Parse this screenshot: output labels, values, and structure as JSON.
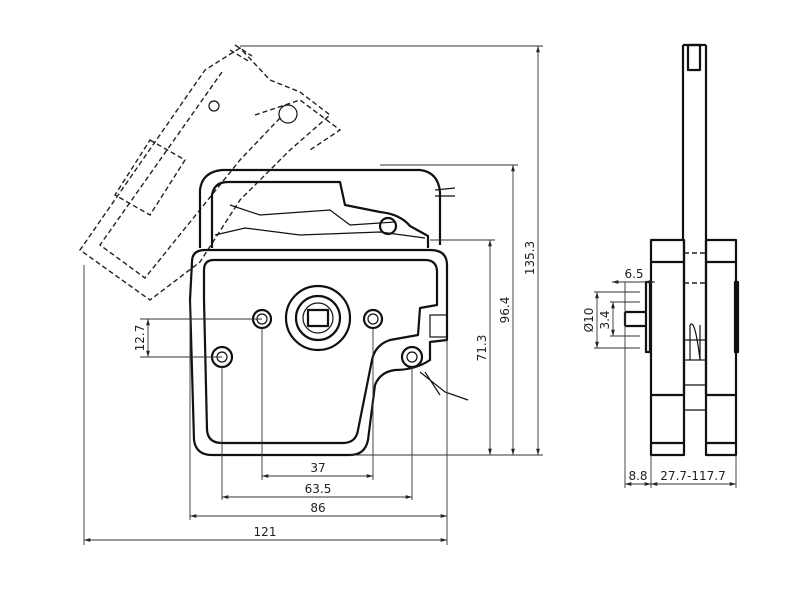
{
  "drawing": {
    "front_view": {
      "dimensions": {
        "overall_width": "121",
        "body_width": "86",
        "outer_hole_spacing": "63.5",
        "inner_hole_spacing": "37",
        "hole_vertical_offset": "12.7",
        "body_height": "71.3",
        "handle_height": "96.4",
        "open_lever_height": "135.3"
      }
    },
    "side_view": {
      "dimensions": {
        "shaft_length": "6.5",
        "shaft_diameter": "Ø10",
        "shaft_flat": "3.4",
        "mount_offset": "8.8",
        "stack_depth_range": "27.7-117.7"
      }
    }
  }
}
